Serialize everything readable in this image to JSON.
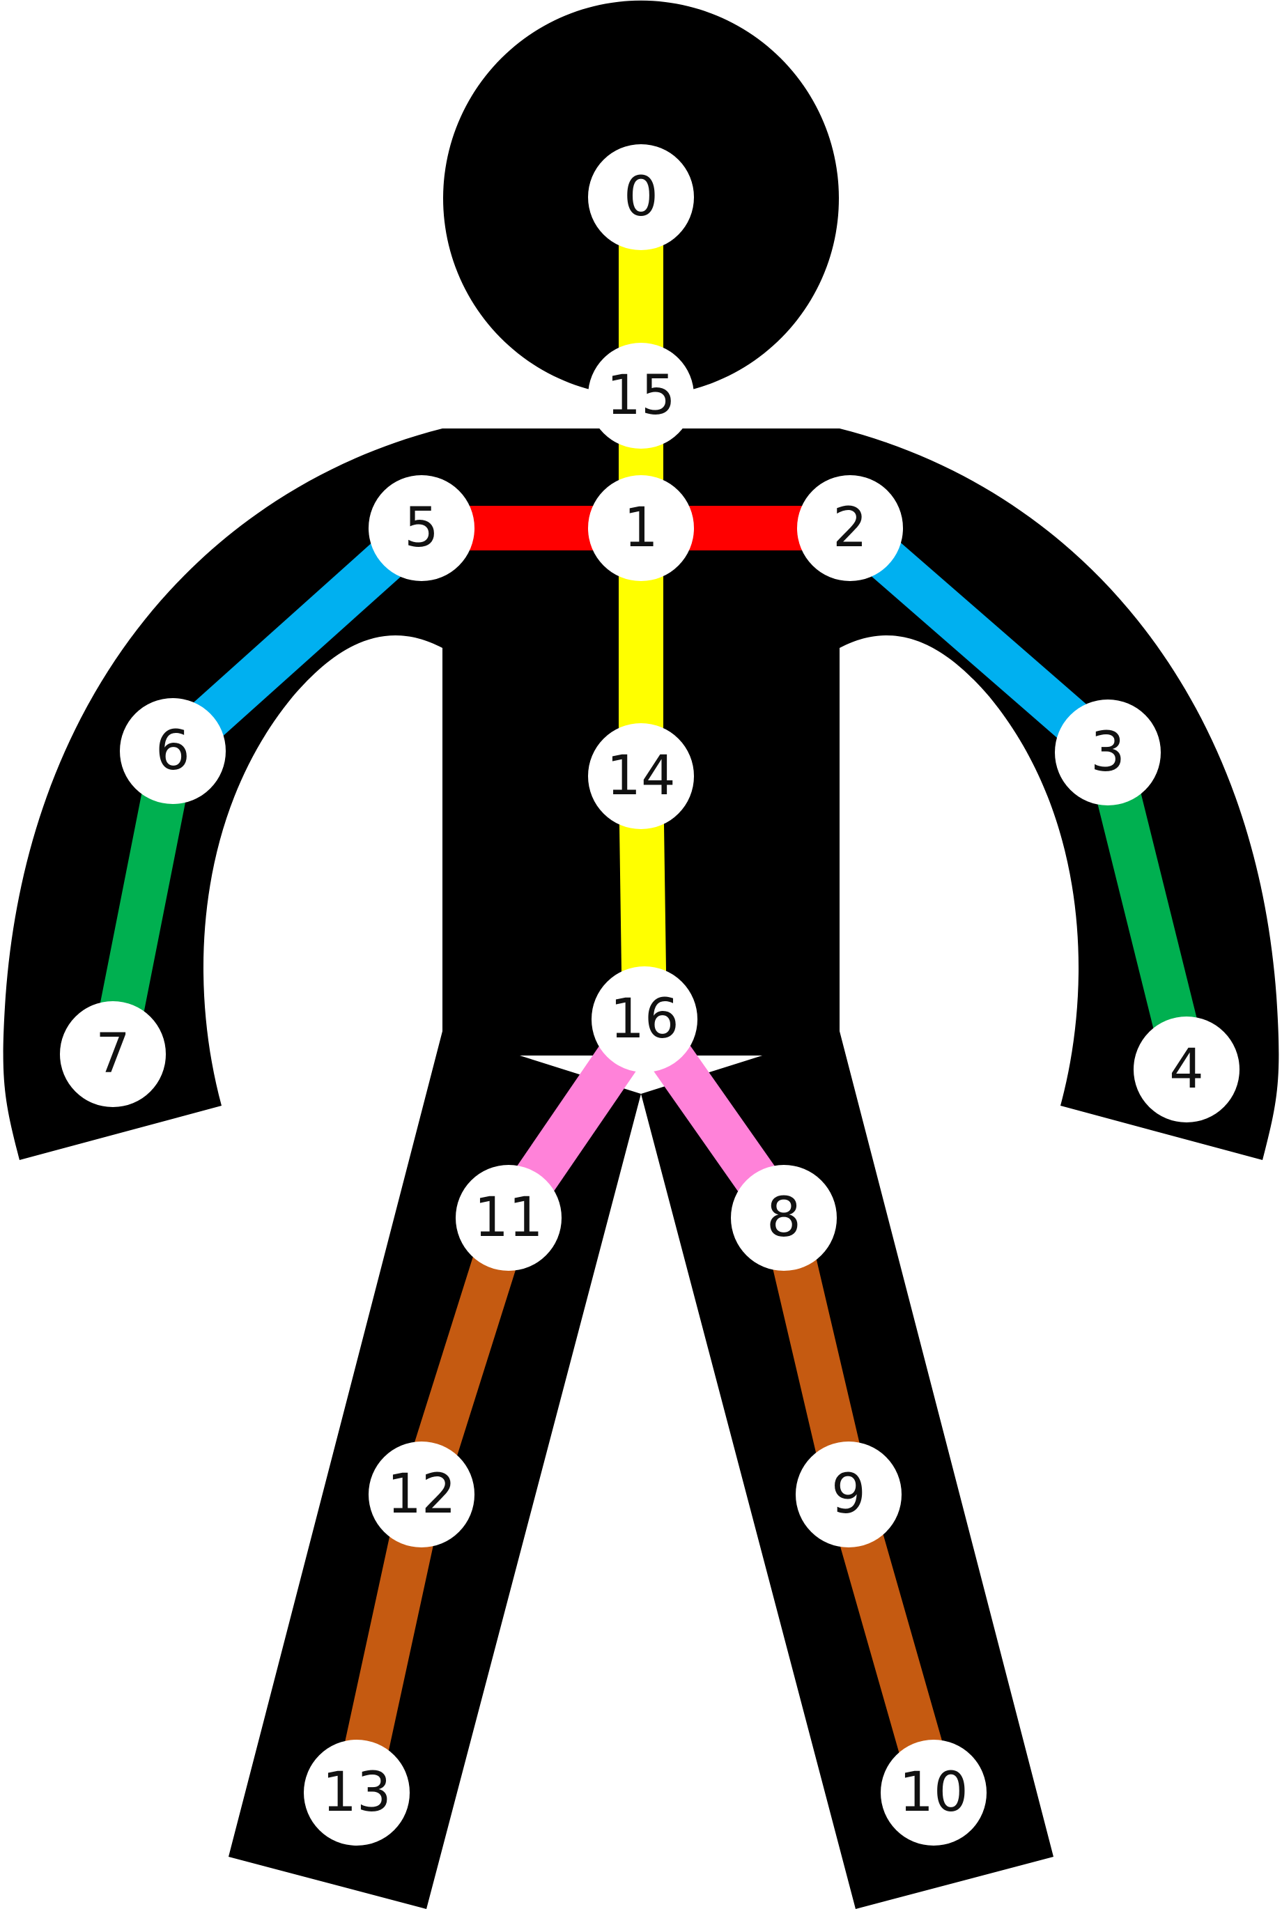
{
  "colors": {
    "body": "#000000",
    "joint": "#ffffff",
    "spine": "#ffff00",
    "shoulder": "#ff0000",
    "upper_arm": "#00b0f0",
    "forearm": "#00b050",
    "hip": "#ff82d9",
    "leg": "#c55a11"
  },
  "joints": [
    {
      "id": "0"
    },
    {
      "id": "1"
    },
    {
      "id": "2"
    },
    {
      "id": "3"
    },
    {
      "id": "4"
    },
    {
      "id": "5"
    },
    {
      "id": "6"
    },
    {
      "id": "7"
    },
    {
      "id": "8"
    },
    {
      "id": "9"
    },
    {
      "id": "10"
    },
    {
      "id": "11"
    },
    {
      "id": "12"
    },
    {
      "id": "13"
    },
    {
      "id": "14"
    },
    {
      "id": "15"
    },
    {
      "id": "16"
    }
  ],
  "bones": [
    {
      "from": "0",
      "to": "15",
      "color_key": "spine"
    },
    {
      "from": "15",
      "to": "1",
      "color_key": "spine"
    },
    {
      "from": "1",
      "to": "14",
      "color_key": "spine"
    },
    {
      "from": "14",
      "to": "16",
      "color_key": "spine"
    },
    {
      "from": "1",
      "to": "5",
      "color_key": "shoulder"
    },
    {
      "from": "1",
      "to": "2",
      "color_key": "shoulder"
    },
    {
      "from": "5",
      "to": "6",
      "color_key": "upper_arm"
    },
    {
      "from": "2",
      "to": "3",
      "color_key": "upper_arm"
    },
    {
      "from": "6",
      "to": "7",
      "color_key": "forearm"
    },
    {
      "from": "3",
      "to": "4",
      "color_key": "forearm"
    },
    {
      "from": "16",
      "to": "11",
      "color_key": "hip"
    },
    {
      "from": "16",
      "to": "8",
      "color_key": "hip"
    },
    {
      "from": "11",
      "to": "12",
      "color_key": "leg"
    },
    {
      "from": "12",
      "to": "13",
      "color_key": "leg"
    },
    {
      "from": "8",
      "to": "9",
      "color_key": "leg"
    },
    {
      "from": "9",
      "to": "10",
      "color_key": "leg"
    }
  ]
}
